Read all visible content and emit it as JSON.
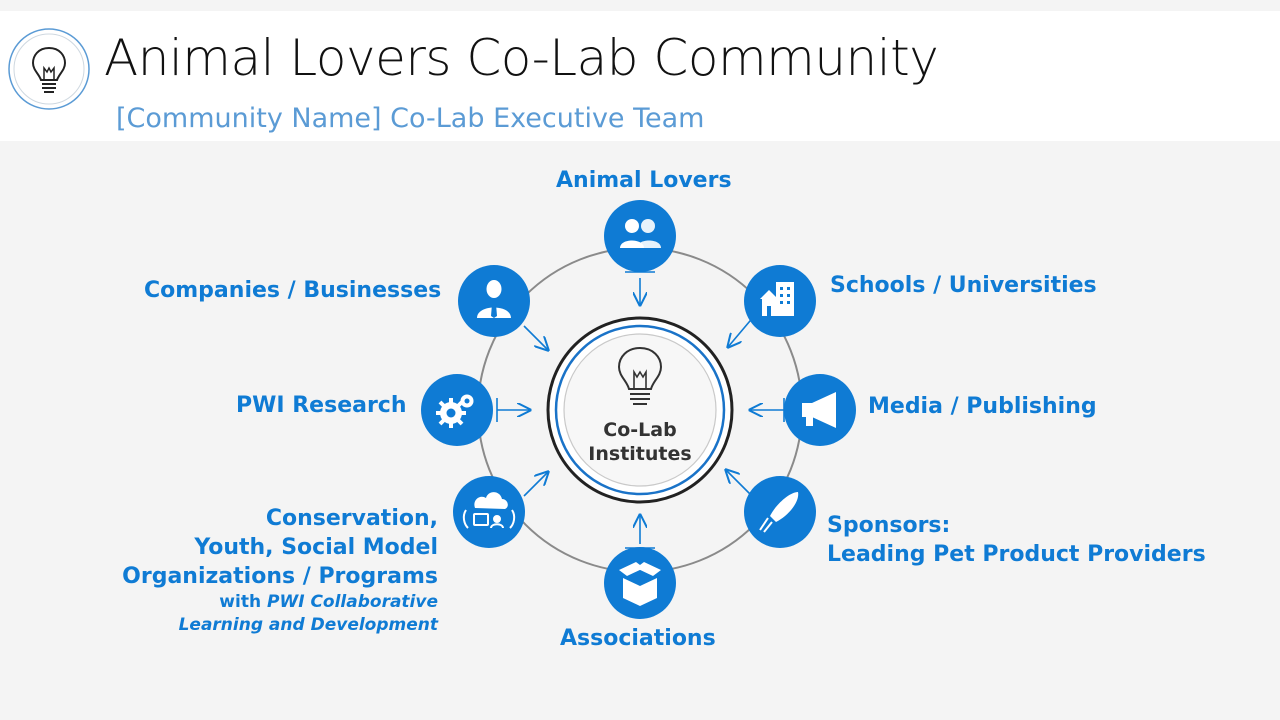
{
  "header": {
    "title": "Animal Lovers Co-Lab Community",
    "subtitle": "[Community Name] Co-Lab Executive Team",
    "logo_icon": "lightbulb-icon"
  },
  "hub": {
    "line1": "Co-Lab",
    "line2": "Institutes",
    "icon": "lightbulb-icon"
  },
  "nodes": [
    {
      "id": "animal-lovers",
      "label": "Animal Lovers",
      "icon": "people-icon"
    },
    {
      "id": "schools",
      "label": "Schools / Universities",
      "icon": "building-icon"
    },
    {
      "id": "media",
      "label": "Media / Publishing",
      "icon": "megaphone-icon"
    },
    {
      "id": "sponsors",
      "label_line1": "Sponsors:",
      "label_line2": "Leading Pet Product Providers",
      "icon": "rocket-icon"
    },
    {
      "id": "associations",
      "label": "Associations",
      "icon": "box-icon"
    },
    {
      "id": "conservation",
      "label_line1": "Conservation,",
      "label_line2": "Youth, Social Model",
      "label_line3": "Organizations / Programs",
      "note_prefix": "with ",
      "note_emph": "PWI Collaborative",
      "note_line2": "Learning and Development",
      "icon": "cloud-network-icon"
    },
    {
      "id": "pwi-research",
      "label": "PWI Research",
      "icon": "gears-icon"
    },
    {
      "id": "companies",
      "label": "Companies / Businesses",
      "icon": "businessman-icon"
    }
  ],
  "colors": {
    "accent": "#0f7bd4",
    "subtitle": "#5b9bd5",
    "ring": "#8a8a8a",
    "hub_ring": "#222222"
  }
}
